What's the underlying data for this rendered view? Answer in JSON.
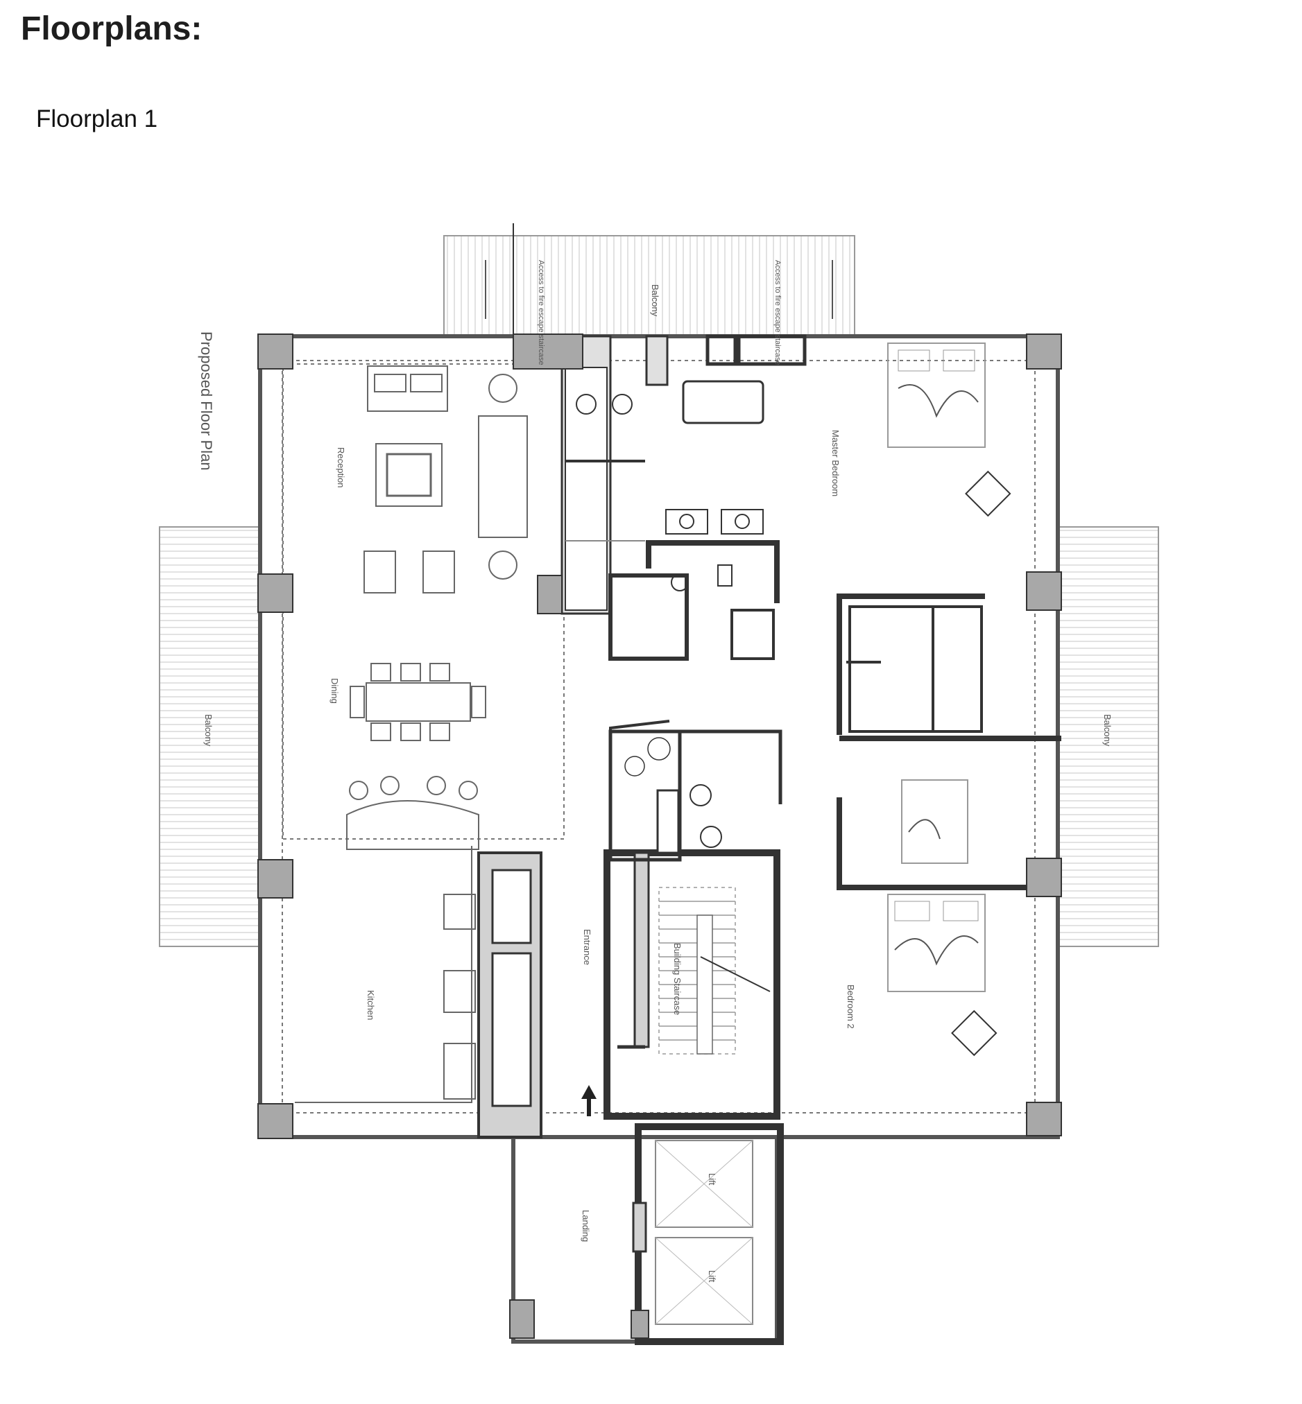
{
  "page": {
    "title": "Floorplans:",
    "caption": "Floorplan 1"
  },
  "plan": {
    "side_label": "Proposed Floor Plan",
    "rooms": {
      "reception": "Reception",
      "dining": "Dining",
      "kitchen": "Kitchen",
      "master_bedroom": "Master Bedroom",
      "bedroom_2": "Bedroom 2",
      "entrance": "Entrance",
      "landing": "Landing",
      "building_staircase": "Building Staircase",
      "lift_1": "Lift",
      "lift_2": "Lift",
      "balcony_top": "Balcony",
      "balcony_left": "Balcony",
      "balcony_right": "Balcony",
      "access_left": "Access to fire escape staircase",
      "access_right": "Access to fire escape staircase"
    }
  }
}
